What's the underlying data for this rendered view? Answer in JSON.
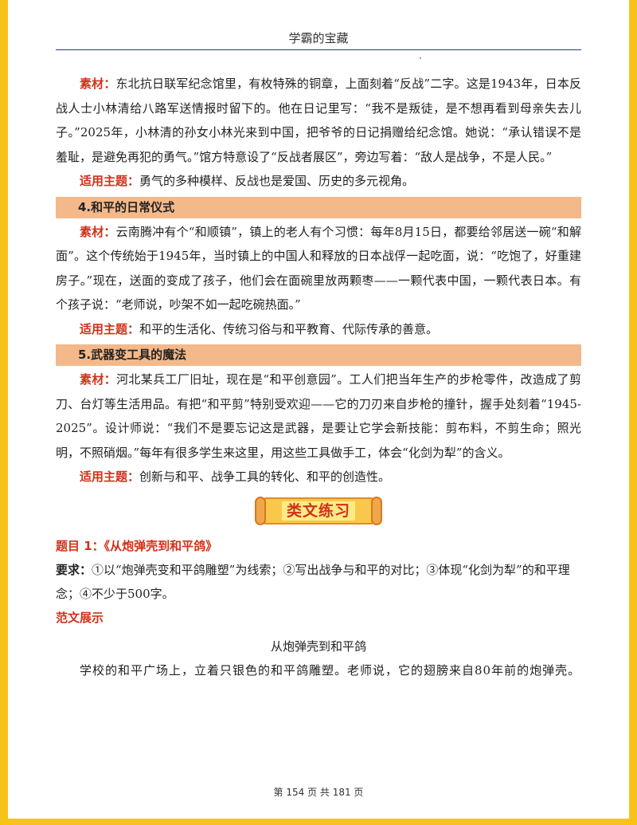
{
  "header": {
    "title": "学霸的宝藏"
  },
  "sections": {
    "s3": {
      "material_label": "素材：",
      "material_text": "东北抗日联军纪念馆里，有枚特殊的铜章，上面刻着“反战”二字。这是1943年，日本反战人士小林清给八路军送情报时留下的。他在日记里写：“我不是叛徒，是不想再看到母亲失去儿子。”2025年，小林清的孙女小林光来到中国，把爷爷的日记捐赠给纪念馆。她说：“承认错误不是羞耻，是避免再犯的勇气。”馆方特意设了“反战者展区”，旁边写着：“敌人是战争，不是人民。”",
      "theme_label": "适用主题：",
      "theme_text": "勇气的多种模样、反战也是爱国、历史的多元视角。"
    },
    "s4": {
      "heading": "4.和平的日常仪式",
      "material_label": "素材：",
      "material_text": "云南腾冲有个“和顺镇”，镇上的老人有个习惯：每年8月15日，都要给邻居送一碗“和解面”。这个传统始于1945年，当时镇上的中国人和释放的日本战俘一起吃面，说：“吃饱了，好重建房子。”现在，送面的变成了孩子，他们会在面碗里放两颗枣——一颗代表中国，一颗代表日本。有个孩子说：“老师说，吵架不如一起吃碗热面。”",
      "theme_label": "适用主题：",
      "theme_text": "和平的生活化、传统习俗与和平教育、代际传承的善意。"
    },
    "s5": {
      "heading": "5.武器变工具的魔法",
      "material_label": "素材：",
      "material_text": "河北某兵工厂旧址，现在是“和平创意园”。工人们把当年生产的步枪零件，改造成了剪刀、台灯等生活用品。有把“和平剪”特别受欢迎——它的刀刃来自步枪的撞针，握手处刻着“1945-2025”。设计师说：“我们不是要忘记这是武器，是要让它学会新技能：剪布料，不剪生命；照光明，不照硝烟。”每年有很多学生来这里，用这些工具做手工，体会“化剑为犁”的含义。",
      "theme_label": "适用主题：",
      "theme_text": "创新与和平、战争工具的转化、和平的创造性。"
    },
    "practice": {
      "banner": "类文练习",
      "topic": "题目 1：《从炮弹壳到和平鸽》",
      "req_label": "要求：",
      "req_text": "①以“炮弹壳变和平鸽雕塑”为线索；②写出战争与和平的对比；③体现“化剑为犁”的和平理念；④不少于500字。",
      "sample_heading": "范文展示",
      "essay_title": "从炮弹壳到和平鸽",
      "essay_first_line": "学校的和平广场上，立着只银色的和平鸽雕塑。老师说，它的翅膀来自80年前的炮弹壳。"
    }
  },
  "footer": {
    "page": "第 154 页 共 181 页"
  },
  "colors": {
    "accent_red": "#d0311b",
    "band_orange": "#f4b98b",
    "frame_yellow": "#f7c21a",
    "header_rule_blue": "#1d3b8c"
  }
}
